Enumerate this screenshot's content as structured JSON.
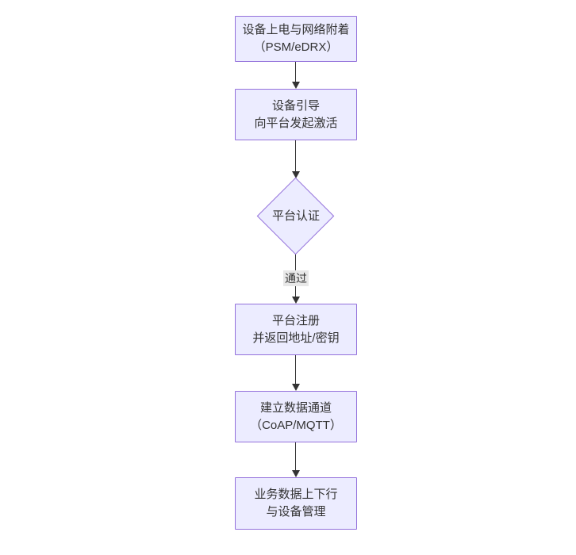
{
  "diagram": {
    "type": "flowchart",
    "direction": "top-down",
    "nodes": [
      {
        "id": "power_attach",
        "shape": "rect",
        "lines": [
          "设备上电与网络附着",
          "（PSM/eDRX）"
        ]
      },
      {
        "id": "bootstrap",
        "shape": "rect",
        "lines": [
          "设备引导",
          "向平台发起激活"
        ]
      },
      {
        "id": "platform_auth",
        "shape": "diamond",
        "lines": [
          "平台认证"
        ]
      },
      {
        "id": "platform_register",
        "shape": "rect",
        "lines": [
          "平台注册",
          "并返回地址/密钥"
        ]
      },
      {
        "id": "data_channel",
        "shape": "rect",
        "lines": [
          "建立数据通道",
          "（CoAP/MQTT）"
        ]
      },
      {
        "id": "business_data",
        "shape": "rect",
        "lines": [
          "业务数据上下行",
          "与设备管理"
        ]
      }
    ],
    "edges": [
      {
        "from": "power_attach",
        "to": "bootstrap",
        "label": ""
      },
      {
        "from": "bootstrap",
        "to": "platform_auth",
        "label": ""
      },
      {
        "from": "platform_auth",
        "to": "platform_register",
        "label": "通过"
      },
      {
        "from": "platform_register",
        "to": "data_channel",
        "label": ""
      },
      {
        "from": "data_channel",
        "to": "business_data",
        "label": ""
      }
    ],
    "colors": {
      "node_fill": "#ECECFF",
      "node_border": "#9370DB",
      "text": "#333333",
      "edge_line": "#333333",
      "edge_label_bg": "#e8e8e8",
      "background": "#ffffff"
    }
  }
}
